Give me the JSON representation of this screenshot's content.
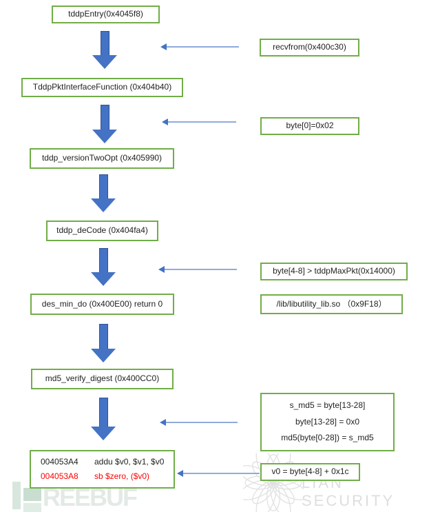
{
  "flow_nodes": [
    {
      "label": "tddpEntry(0x4045f8)"
    },
    {
      "label": "TddpPktInterfaceFunction (0x404b40)"
    },
    {
      "label": "tddp_versionTwoOpt (0x405990)"
    },
    {
      "label": "tddp_deCode (0x404fa4)"
    },
    {
      "label": "des_min_do (0x400E00) return 0"
    },
    {
      "label": "md5_verify_digest (0x400CC0)"
    }
  ],
  "asm_node": {
    "line1": {
      "address": "004053A4",
      "instruction": "addu $v0, $v1, $v0"
    },
    "line2": {
      "address": "004053A8",
      "instruction": "sb $zero, ($v0)"
    }
  },
  "annotations": [
    {
      "label": "recvfrom(0x400c30)"
    },
    {
      "label": "byte[0]=0x02"
    },
    {
      "label": "byte[4-8] > tddpMaxPkt(0x14000)"
    },
    {
      "label": "/lib/libutility_lib.so （0x9F18）"
    },
    {
      "line1": "s_md5 = byte[13-28]",
      "line2": "byte[13-28] = 0x0",
      "line3": "md5(byte[0-28]) = s_md5"
    },
    {
      "label": "v0 = byte[4-8] + 0x1c"
    }
  ],
  "watermarks": {
    "freebuf_text": "REEBUF",
    "lian_text": "LIAN SECURITY"
  },
  "colors": {
    "box_border_green": "#70AD47",
    "arrow_fill_blue": "#4472C4",
    "arrow_edge_blue": "#2F528F",
    "connector_light_blue": "#8FAADC",
    "asm_highlight_red": "#FF0000",
    "text_black": "#1f1f1f",
    "watermark_green": "#e3eae5",
    "watermark_gray": "#dedede"
  }
}
